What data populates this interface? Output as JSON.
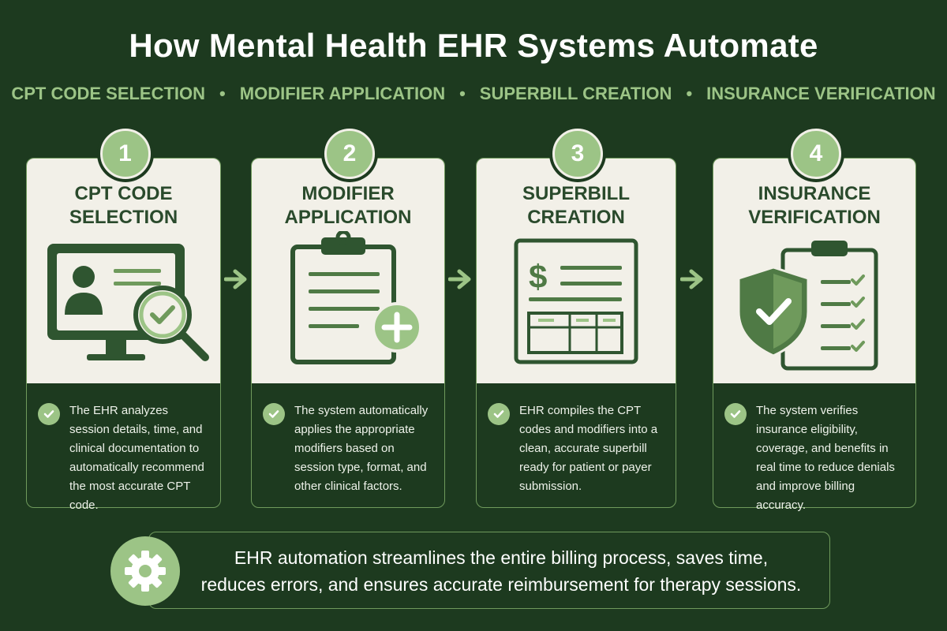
{
  "title": "How Mental Health EHR Systems Automate",
  "subtitle": [
    "CPT CODE SELECTION",
    "MODIFIER APPLICATION",
    "SUPERBILL CREATION",
    "INSURANCE VERIFICATION"
  ],
  "subtitle_separator": "•",
  "steps": [
    {
      "number": "1",
      "title_lines": [
        "CPT CODE",
        "SELECTION"
      ],
      "description": "The EHR analyzes session details, time, and clinical documentation to automatically recommend the most accurate CPT code.",
      "icon": "monitor-with-magnifier-icon"
    },
    {
      "number": "2",
      "title_lines": [
        "MODIFIER",
        "APPLICATION"
      ],
      "description": "The system automatically applies the appropriate modifiers based on session type, format, and other clinical factors.",
      "icon": "clipboard-plus-icon"
    },
    {
      "number": "3",
      "title_lines": [
        "SUPERBILL",
        "CREATION"
      ],
      "description": "EHR compiles the CPT codes and modifiers into a clean, accurate superbill ready for patient or payer submission.",
      "icon": "dollar-document-icon"
    },
    {
      "number": "4",
      "title_lines": [
        "INSURANCE",
        "VERIFICATION"
      ],
      "description": "The system verifies insurance eligibility, coverage, and benefits in real time to reduce denials and improve billing accuracy.",
      "icon": "shield-checklist-icon"
    }
  ],
  "footer": {
    "lines": [
      "EHR automation streamlines the entire billing process, saves time,",
      "reduces errors, and ensures accurate reimbursement for therapy sessions."
    ],
    "icon": "gear-icon"
  },
  "colors": {
    "background": "#1d3a1f",
    "accent": "#9cc486",
    "card_light": "#f2f0e8",
    "dark_green": "#2a4a2c",
    "mid_green": "#4f7a45"
  }
}
